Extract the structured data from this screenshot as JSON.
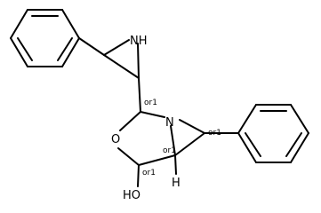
{
  "molecule": {
    "atom_labels": {
      "nh": "NH",
      "n": "N",
      "o": "O",
      "oh": "HO",
      "h": "H"
    },
    "stereo_labels": {
      "c_acetal": "or1",
      "c_aziridine_right": "or1",
      "c_bridgehead": "or1",
      "c_hydroxyl": "or1"
    }
  }
}
